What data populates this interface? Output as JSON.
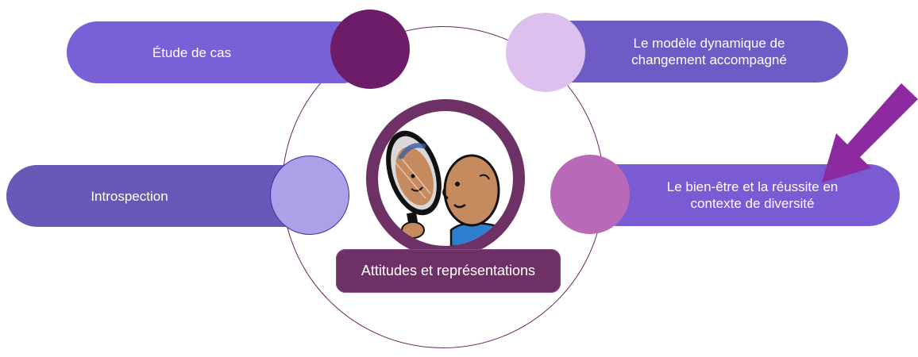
{
  "nodes": {
    "top_left": "Étude de cas",
    "top_right": "Le modèle dynamique de changement accompagné",
    "left": "Introspection",
    "right": "Le bien-être et la réussite en contexte de diversité",
    "center": "Attitudes et représentations"
  },
  "icons": {
    "center_image": "mirror-reflection-icon",
    "pointer": "arrow-pointer-icon"
  },
  "colors": {
    "ring": "#6b2460",
    "hub": "#6e3165",
    "pill_top_left": "#7a60d6",
    "pill_top_right": "#6f5bc5",
    "pill_left": "#6759b7",
    "pill_right": "#7a5bd4",
    "arrow": "#8e2aa0"
  }
}
